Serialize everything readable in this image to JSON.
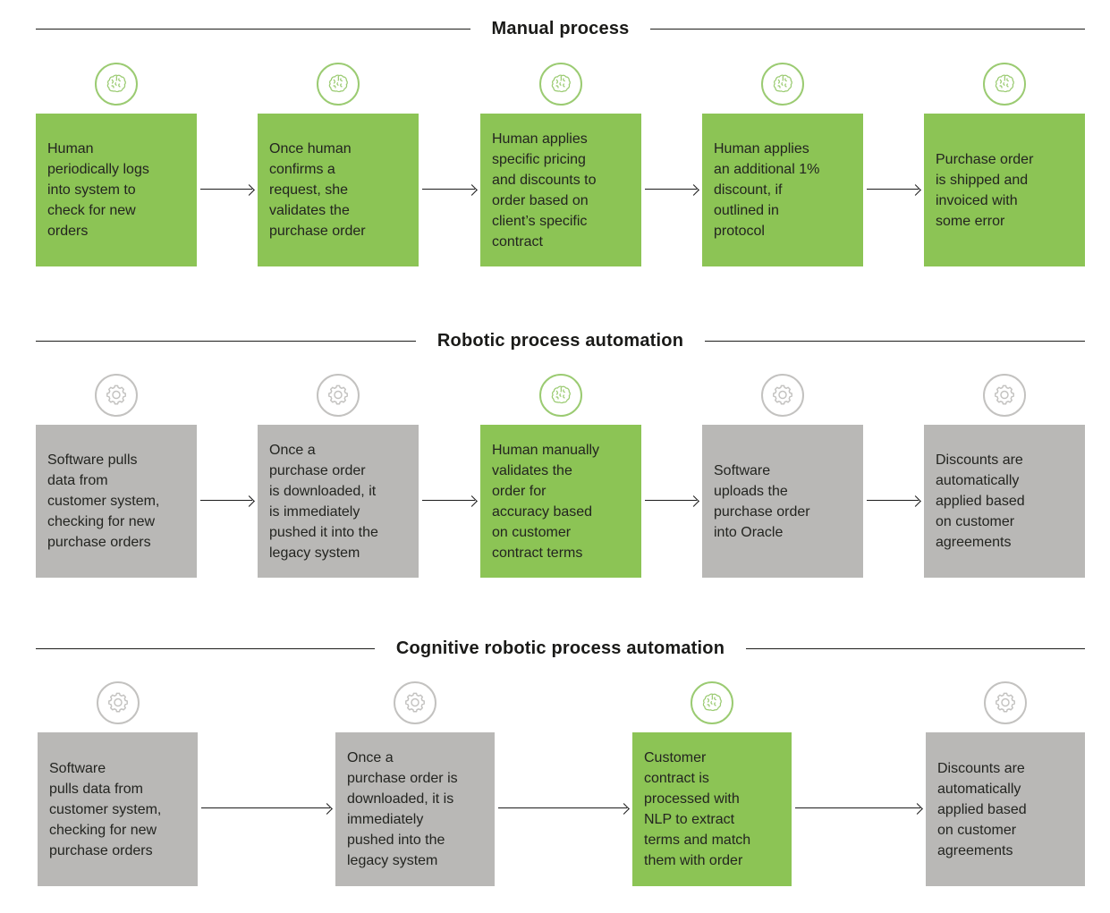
{
  "colors": {
    "green_box": "#8cc455",
    "green_icon_stroke": "#9bcb72",
    "gray_box": "#b9b8b6",
    "gray_icon_stroke": "#c3c2c0",
    "text": "#232420",
    "line": "#1d1d1b"
  },
  "sections": [
    {
      "title": "Manual process",
      "steps": [
        {
          "icon": "brain-icon",
          "style": "green",
          "text": "Human\nperiodically logs\ninto system to\ncheck for new\norders"
        },
        {
          "icon": "brain-icon",
          "style": "green",
          "text": "Once human\nconfirms a\nrequest, she\nvalidates the\npurchase order"
        },
        {
          "icon": "brain-icon",
          "style": "green",
          "text": "Human applies\nspecific pricing\nand discounts to\norder based on\nclient’s specific\ncontract"
        },
        {
          "icon": "brain-icon",
          "style": "green",
          "text": "Human applies\nan additional 1%\ndiscount, if\noutlined in\nprotocol"
        },
        {
          "icon": "brain-icon",
          "style": "green",
          "text": "Purchase order\nis shipped and\ninvoiced with\nsome error"
        }
      ]
    },
    {
      "title": "Robotic process automation",
      "steps": [
        {
          "icon": "gear-icon",
          "style": "gray",
          "text": "Software pulls\ndata from\ncustomer system,\nchecking for new\npurchase orders"
        },
        {
          "icon": "gear-icon",
          "style": "gray",
          "text": "Once a\npurchase order\nis downloaded, it\nis immediately\npushed it into the\nlegacy system"
        },
        {
          "icon": "brain-icon",
          "style": "green",
          "text": "Human manually\nvalidates the\norder for\naccuracy based\non customer\ncontract terms"
        },
        {
          "icon": "gear-icon",
          "style": "gray",
          "text": "Software\nuploads the\npurchase order\ninto Oracle"
        },
        {
          "icon": "gear-icon",
          "style": "gray",
          "text": "Discounts are\nautomatically\napplied based\non customer\nagreements"
        }
      ]
    },
    {
      "title": "Cognitive robotic process automation",
      "steps": [
        {
          "icon": "gear-icon",
          "style": "gray",
          "text": "Software\npulls data from\ncustomer system,\nchecking for new\npurchase orders"
        },
        {
          "icon": "gear-icon",
          "style": "gray",
          "text": "Once a\npurchase order is\ndownloaded, it is\nimmediately\npushed into the\nlegacy system"
        },
        {
          "icon": "brain-icon",
          "style": "green",
          "text": "Customer\ncontract is\nprocessed with\nNLP to extract\nterms and match\nthem with order"
        },
        {
          "icon": "gear-icon",
          "style": "gray",
          "text": "Discounts are\nautomatically\napplied based\non customer\nagreements"
        }
      ]
    }
  ]
}
